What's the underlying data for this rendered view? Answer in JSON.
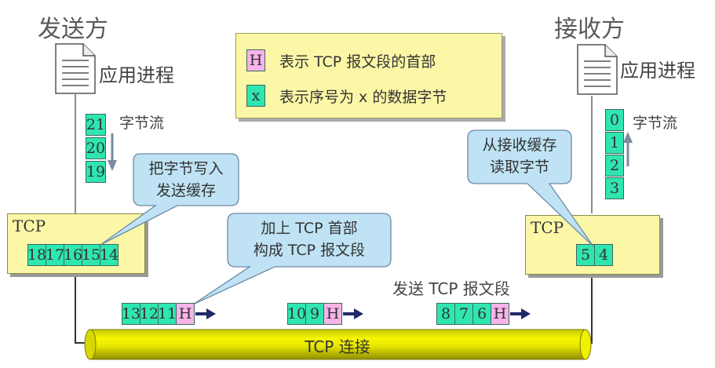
{
  "sender": {
    "title": "发送方",
    "app": "应用进程",
    "stream_label": "字节流",
    "stream_bytes": [
      "21",
      "20",
      "19"
    ],
    "tcp_label": "TCP",
    "buffer_bytes": [
      "18",
      "17",
      "16",
      "15",
      "14"
    ]
  },
  "receiver": {
    "title": "接收方",
    "app": "应用进程",
    "stream_label": "字节流",
    "stream_bytes": [
      "0",
      "1",
      "2",
      "3"
    ],
    "tcp_label": "TCP",
    "buffer_bytes": [
      "5",
      "4"
    ]
  },
  "legend": {
    "h_symbol": "H",
    "h_text": "表示 TCP 报文段的首部",
    "x_symbol": "x",
    "x_text": "表示序号为 x 的数据字节"
  },
  "callouts": {
    "write_buffer": [
      "把字节写入",
      "发送缓存"
    ],
    "add_header": [
      "加上 TCP 首部",
      "构成 TCP 报文段"
    ],
    "read_buffer": [
      "从接收缓存",
      "读取字节"
    ]
  },
  "segments": [
    {
      "bytes": [
        "13",
        "12",
        "11"
      ],
      "header": "H"
    },
    {
      "bytes": [
        "10",
        "9"
      ],
      "header": "H"
    },
    {
      "bytes": [
        "8",
        "7",
        "6"
      ],
      "header": "H"
    }
  ],
  "send_segment_label": "发送 TCP 报文段",
  "connection_label": "TCP 连接"
}
